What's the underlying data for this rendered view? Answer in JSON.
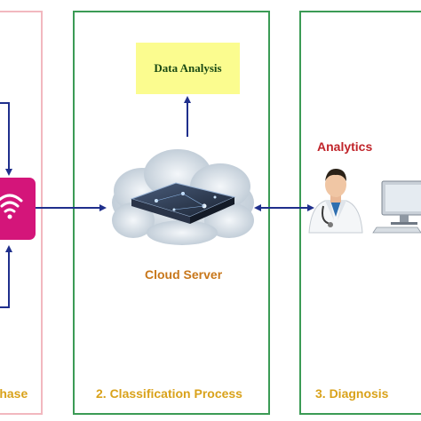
{
  "panels": [
    {
      "title": "Phase"
    },
    {
      "title": "2. Classification Process"
    },
    {
      "title": "3. Diagnosis"
    }
  ],
  "data_analysis_label": "Data Analysis",
  "cloud_server_label": "Cloud Server",
  "analytics_label": "Analytics",
  "colors": {
    "panel_border_green": "#3b9b55",
    "panel_border_pink": "#f2b8bf",
    "arrow_blue": "#1f2f8c",
    "wifi_tile": "#d4157a",
    "data_box": "#fbfc8f"
  },
  "icons": [
    "wifi-icon",
    "cloud-server-icon",
    "doctor-icon",
    "computer-icon"
  ]
}
